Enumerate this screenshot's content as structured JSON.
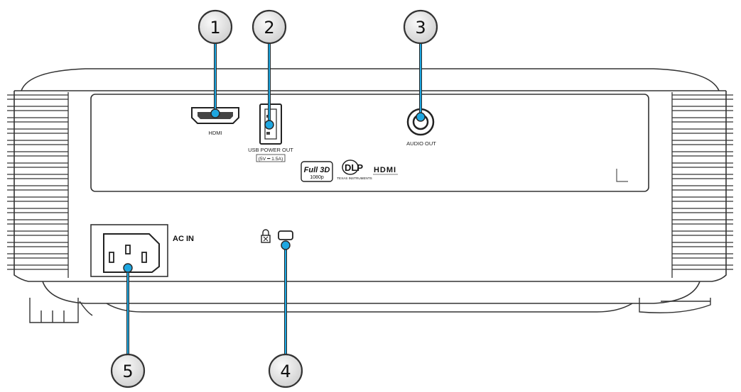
{
  "ports": {
    "hdmi": "HDMI",
    "usb": "USB POWER OUT",
    "usb_rating": "(5V ━ 1.5A)",
    "audio": "AUDIO OUT",
    "ac": "AC IN"
  },
  "logos": {
    "full3d": "Full 3D",
    "full3d_res": "1080p",
    "dlp": "DLP",
    "dlp_sub": "TEXAS INSTRUMENTS",
    "hdmi_logo": "HDMI"
  },
  "callouts": [
    "1",
    "2",
    "3",
    "4",
    "5"
  ],
  "colors": {
    "callout_line": "#1ea7e1",
    "outline": "#333333",
    "callout_fill": "#e3e3e3"
  }
}
